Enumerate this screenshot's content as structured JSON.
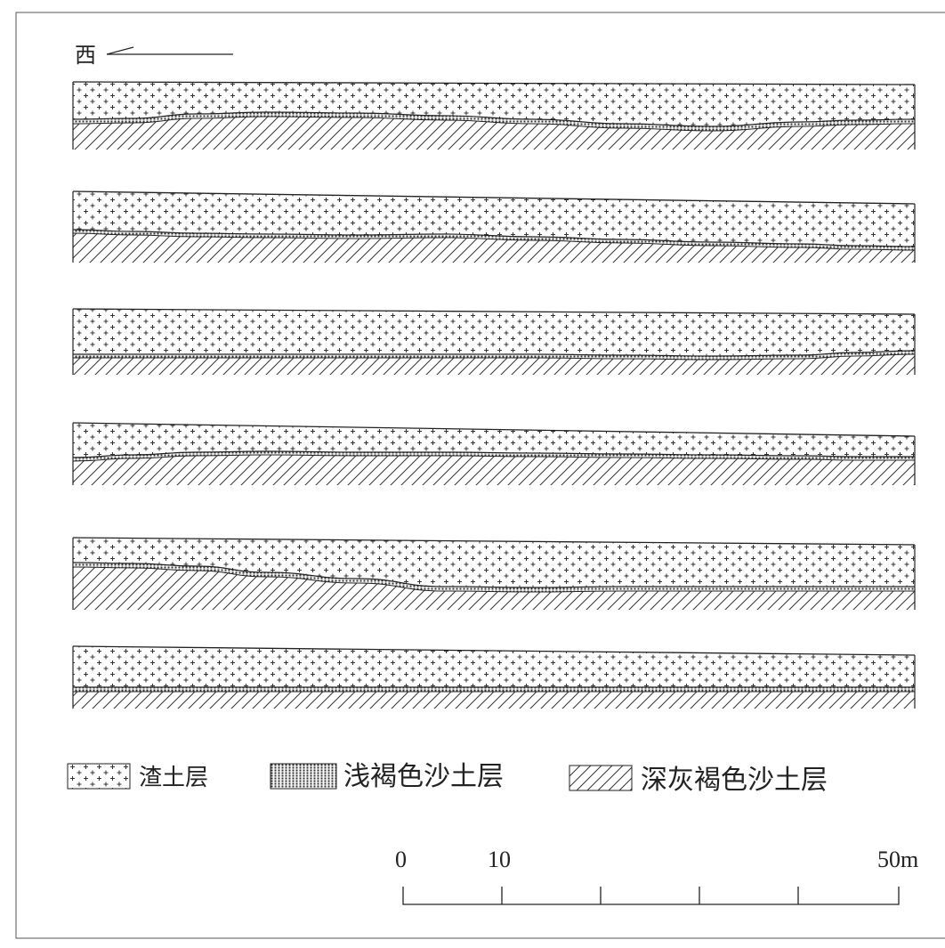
{
  "direction": {
    "label": "西",
    "arrow": "arrow-left-icon"
  },
  "legend": [
    {
      "key": "fill",
      "pattern": "plus-pattern",
      "label": "渣土层"
    },
    {
      "key": "light",
      "pattern": "dotted-band-pattern",
      "label": "浅褐色沙土层"
    },
    {
      "key": "dark",
      "pattern": "diagonal-hatch-pattern",
      "label": "深灰褐色沙土层"
    }
  ],
  "scale_bar": {
    "labels": [
      "0",
      "10",
      "50m"
    ]
  },
  "colors": {
    "ink": "#222222",
    "paper": "#ffffff"
  },
  "sections": [
    {
      "name": "section-1"
    },
    {
      "name": "section-2"
    },
    {
      "name": "section-3"
    },
    {
      "name": "section-4"
    },
    {
      "name": "section-5"
    },
    {
      "name": "section-6"
    }
  ]
}
